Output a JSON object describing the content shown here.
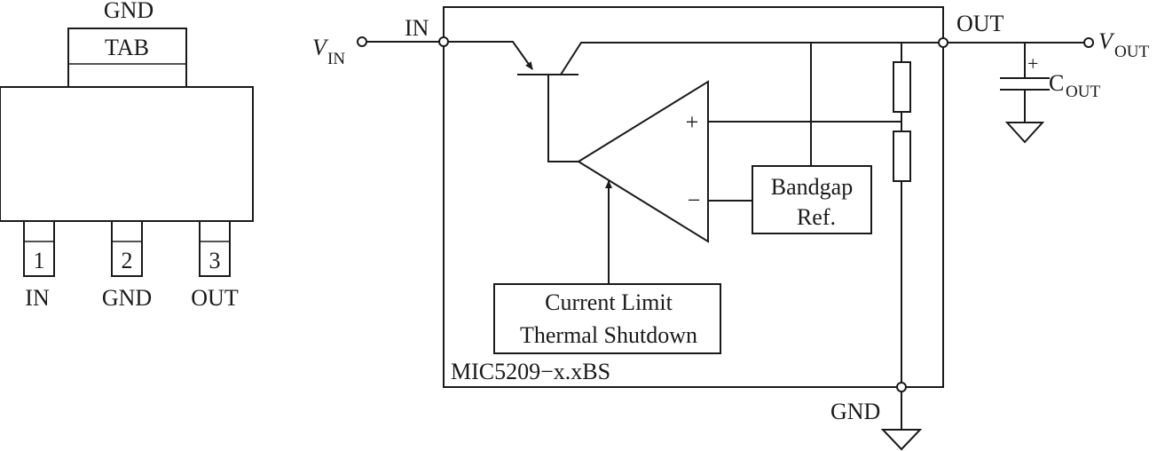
{
  "package": {
    "tab_top_label": "GND",
    "tab_label": "TAB",
    "pins": [
      {
        "number": "1",
        "name": "IN"
      },
      {
        "number": "2",
        "name": "GND"
      },
      {
        "number": "3",
        "name": "OUT"
      }
    ]
  },
  "schematic": {
    "vin_symbol": "V",
    "vin_subscript": "IN",
    "in_label": "IN",
    "out_label": "OUT",
    "vout_symbol": "V",
    "vout_subscript": "OUT",
    "cap_symbol": "C",
    "cap_subscript": "OUT",
    "cap_polarity": "+",
    "opamp_plus": "+",
    "opamp_minus": "−",
    "bandgap_line1": "Bandgap",
    "bandgap_line2": "Ref.",
    "limit_line1": "Current Limit",
    "limit_line2": "Thermal Shutdown",
    "part_number": "MIC5209−x.xBS",
    "gnd_label": "GND"
  }
}
